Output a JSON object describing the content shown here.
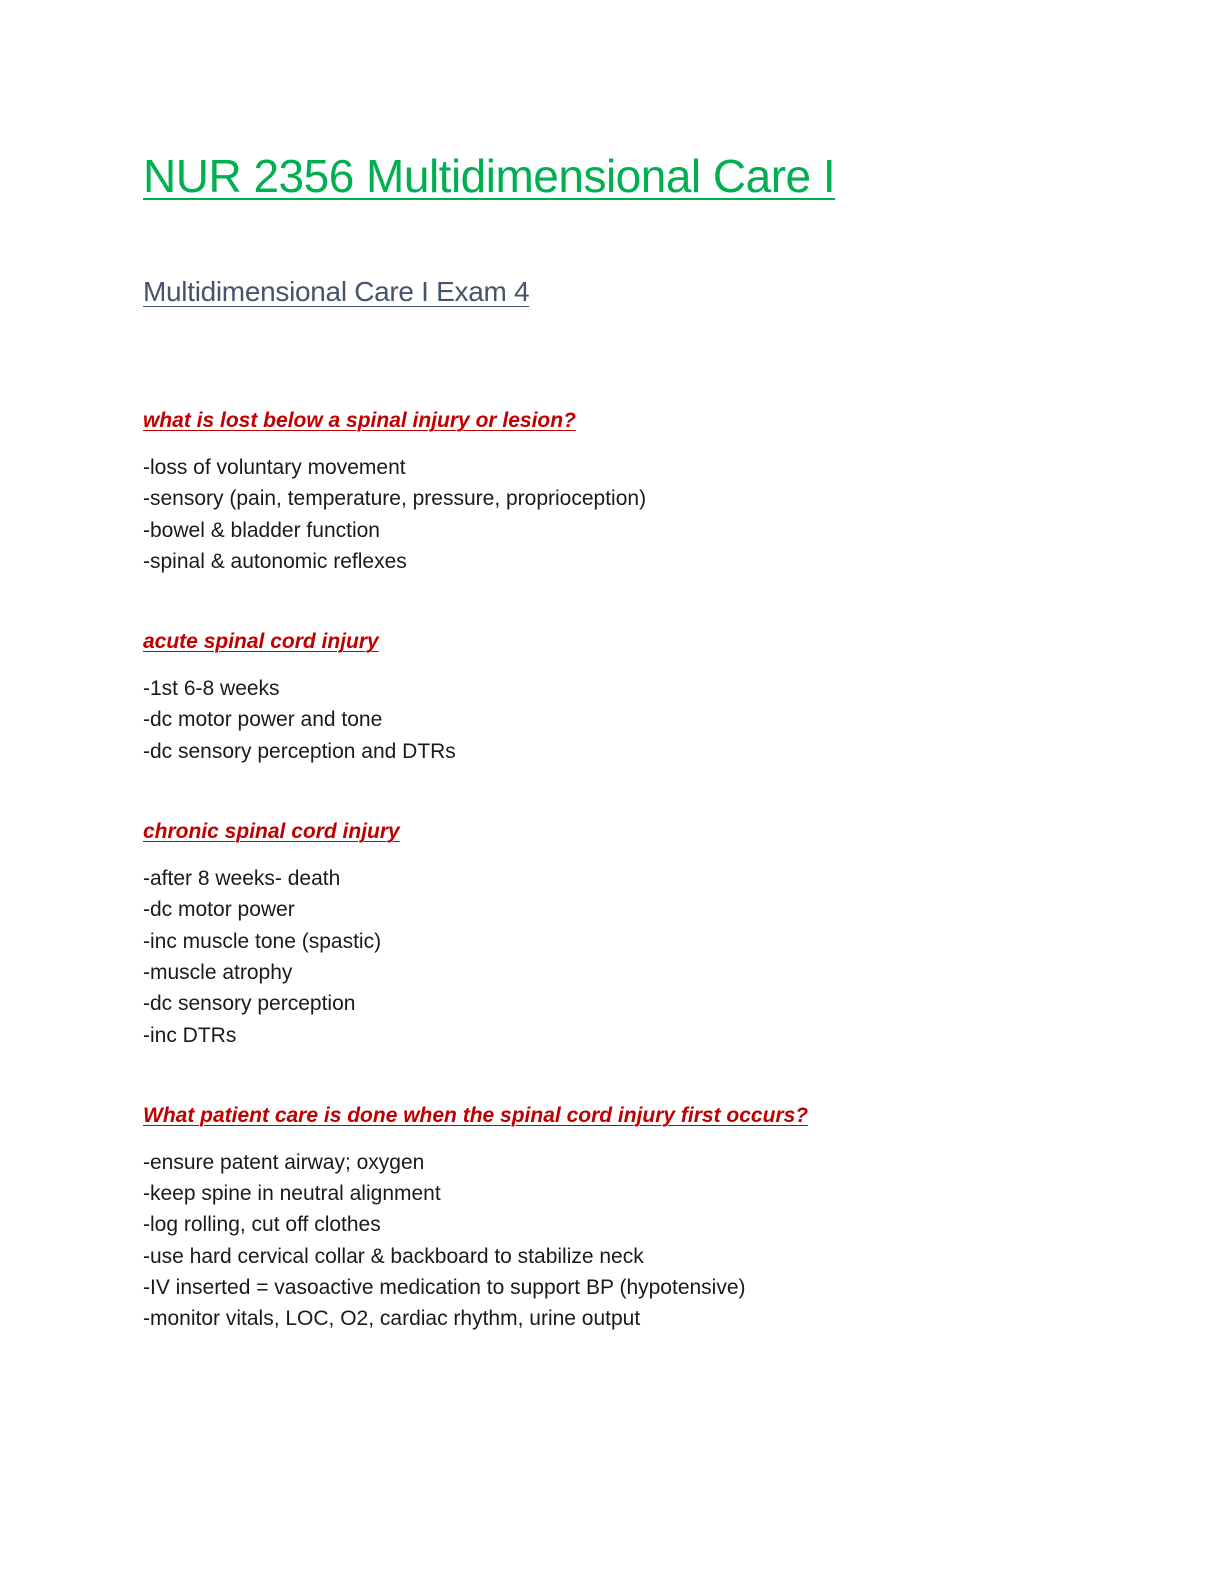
{
  "document": {
    "title": "NUR 2356 Multidimensional Care I",
    "subtitle": "Multidimensional Care I Exam 4"
  },
  "sections": [
    {
      "heading": "what is lost below a spinal injury or lesion?",
      "lines": [
        "-loss of voluntary movement",
        "-sensory (pain, temperature, pressure, proprioception)",
        "-bowel & bladder function",
        "-spinal & autonomic reflexes"
      ]
    },
    {
      "heading": "acute spinal cord injury",
      "lines": [
        "-1st 6-8 weeks",
        "-dc motor power and tone",
        "-dc sensory perception and DTRs"
      ]
    },
    {
      "heading": "chronic spinal cord injury",
      "lines": [
        "-after 8 weeks- death",
        "-dc motor power",
        "-inc muscle tone (spastic)",
        "-muscle atrophy",
        "-dc sensory perception",
        "-inc DTRs"
      ]
    },
    {
      "heading": "What patient care is done when the spinal cord injury first occurs?",
      "lines": [
        "-ensure patent airway; oxygen",
        "-keep spine in neutral alignment",
        "-log rolling, cut off clothes",
        "-use hard cervical collar & backboard to stabilize neck",
        "-IV inserted = vasoactive medication to support BP (hypotensive)",
        "-monitor vitals, LOC, O2, cardiac rhythm, urine output"
      ]
    }
  ],
  "colors": {
    "title": "#00b050",
    "subtitle": "#44546a",
    "heading": "#c00000",
    "body": "#1a1a1a"
  }
}
